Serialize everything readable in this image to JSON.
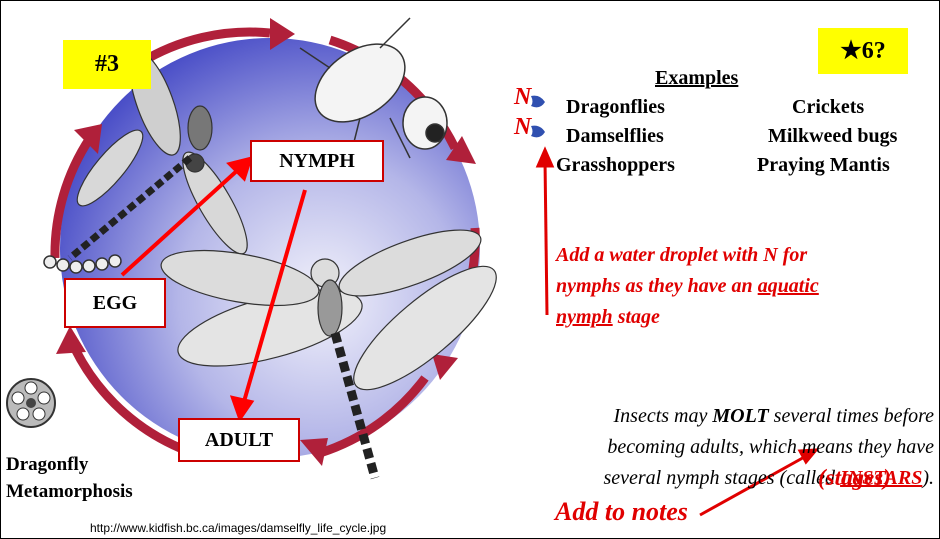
{
  "slide": {
    "number_badge": "#3",
    "star_badge": "★6?",
    "stage_labels": {
      "egg": "EGG",
      "nymph": "NYMPH",
      "adult": "ADULT"
    },
    "video_caption_line1": "Dragonfly",
    "video_caption_line2": "Metamorphosis",
    "source_url": "http://www.kidfish.bc.ca/images/damselfly_life_cycle.jpg",
    "examples_heading": "Examples",
    "examples_left": [
      "Dragonflies",
      "Damselflies",
      "Grasshoppers"
    ],
    "examples_right": [
      "Crickets",
      "Milkweed bugs",
      "Praying Mantis"
    ],
    "n_marker": "N",
    "note_line1": "Add a water droplet with N for",
    "note_line2_pre": "nymphs as they have an ",
    "note_line2_u": "aquatic",
    "note_line3_u": "nymph",
    "note_line3_post": " stage",
    "molt_line1_pre": "Insects may ",
    "molt_line1_b": "MOLT",
    "molt_line1_post": " several times before",
    "molt_line2": "becoming adults, which means they have",
    "molt_line3_pre": "several nymph stages (called ",
    "molt_line3_u": "INSTARS",
    "molt_line3_post": ").",
    "stages_note": "(stages)",
    "add_to_notes": "Add to notes"
  },
  "colors": {
    "accent_red": "#e00000",
    "cycle_arrow": "#b0203a",
    "highlight": "#ffff00",
    "disc_light": "#e6e6f5",
    "disc_dark": "#3b3fc4",
    "droplet": "#3050b0"
  }
}
